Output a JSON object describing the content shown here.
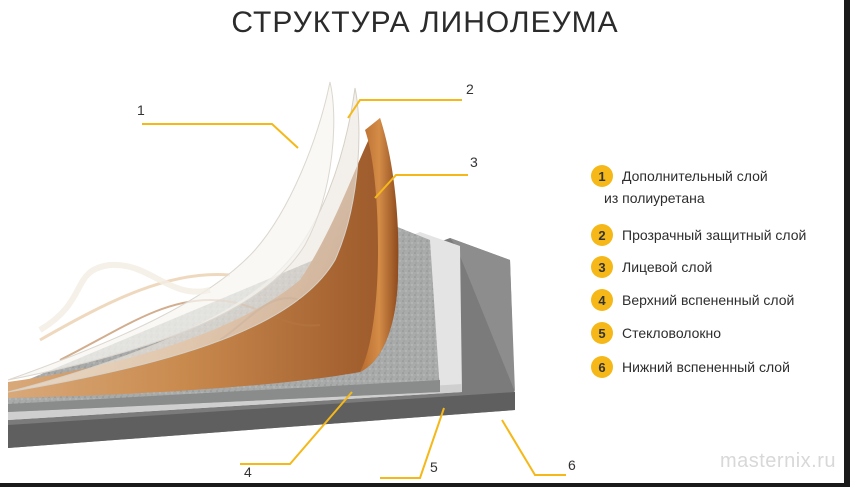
{
  "title": "СТРУКТУРА ЛИНОЛЕУМА",
  "callouts": [
    "1",
    "2",
    "3",
    "4",
    "5",
    "6"
  ],
  "legend": [
    {
      "num": "1",
      "label": "Дополнительный слой",
      "sub": "из полиуретана"
    },
    {
      "num": "2",
      "label": "Прозрачный защитный слой"
    },
    {
      "num": "3",
      "label": "Лицевой слой"
    },
    {
      "num": "4",
      "label": "Верхний вспененный слой"
    },
    {
      "num": "5",
      "label": "Стекловолокно"
    },
    {
      "num": "6",
      "label": "Нижний вспененный слой"
    }
  ],
  "watermark": "masternix.ru",
  "colors": {
    "accent": "#f5b818",
    "bottom_foam": "#7b7b7b",
    "fiberglass": "#e4e4e4",
    "top_foam": "#a9aaaa",
    "wood": "#c07a3e"
  }
}
